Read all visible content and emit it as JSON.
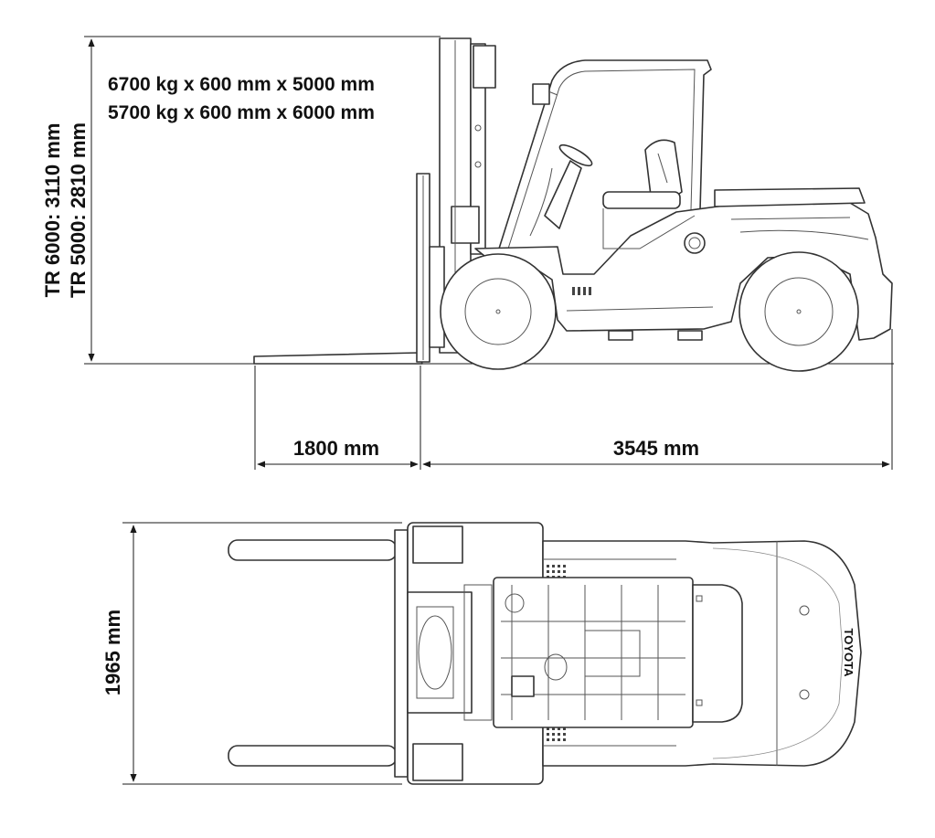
{
  "specs": {
    "capacity_line_1": "6700 kg x 600 mm x 5000 mm",
    "capacity_line_2": "5700 kg x 600 mm x 6000 mm"
  },
  "dimensions": {
    "height_tr6000": "TR 6000: 3110 mm",
    "height_tr5000": "TR 5000: 2810 mm",
    "fork_length": "1800 mm",
    "body_length": "3545 mm",
    "width": "1965 mm"
  },
  "branding": {
    "logo_text": "TOYOTA"
  },
  "colors": {
    "line": "#1a1a1a",
    "background": "#ffffff"
  }
}
